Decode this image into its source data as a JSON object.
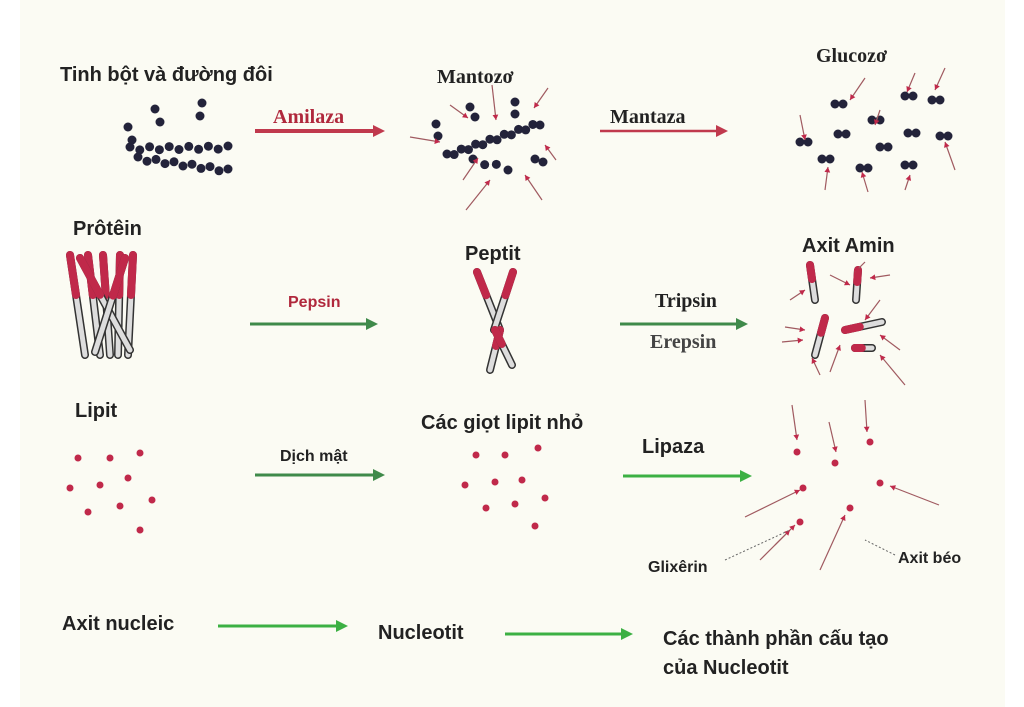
{
  "rows": {
    "starch": {
      "source": "Tinh bột và đường đôi",
      "enzyme1": "Amilaza",
      "intermediate": "Mantozơ",
      "enzyme2": "Mantaza",
      "product": "Glucozơ"
    },
    "protein": {
      "source": "Prôtêin",
      "enzyme1": "Pepsin",
      "intermediate": "Peptit",
      "enzyme2a": "Tripsin",
      "enzyme2b": "Erepsin",
      "product": "Axit Amin"
    },
    "lipid": {
      "source": "Lipit",
      "enzyme1": "Dịch mật",
      "intermediate": "Các giọt lipit nhỏ",
      "enzyme2": "Lipaza",
      "product_a": "Glixêrin",
      "product_b": "Axit béo"
    },
    "nucleic": {
      "source": "Axit nucleic",
      "intermediate": "Nucleotit",
      "product_line1": "Các thành phần cấu tạo",
      "product_line2": "của Nucleotit"
    }
  },
  "colors": {
    "red_arrow": "#c0394d",
    "green_arrow": "#3f8a4a",
    "bright_green": "#3cb043",
    "bead": "#23233a",
    "fragment_red": "#c0294a"
  }
}
